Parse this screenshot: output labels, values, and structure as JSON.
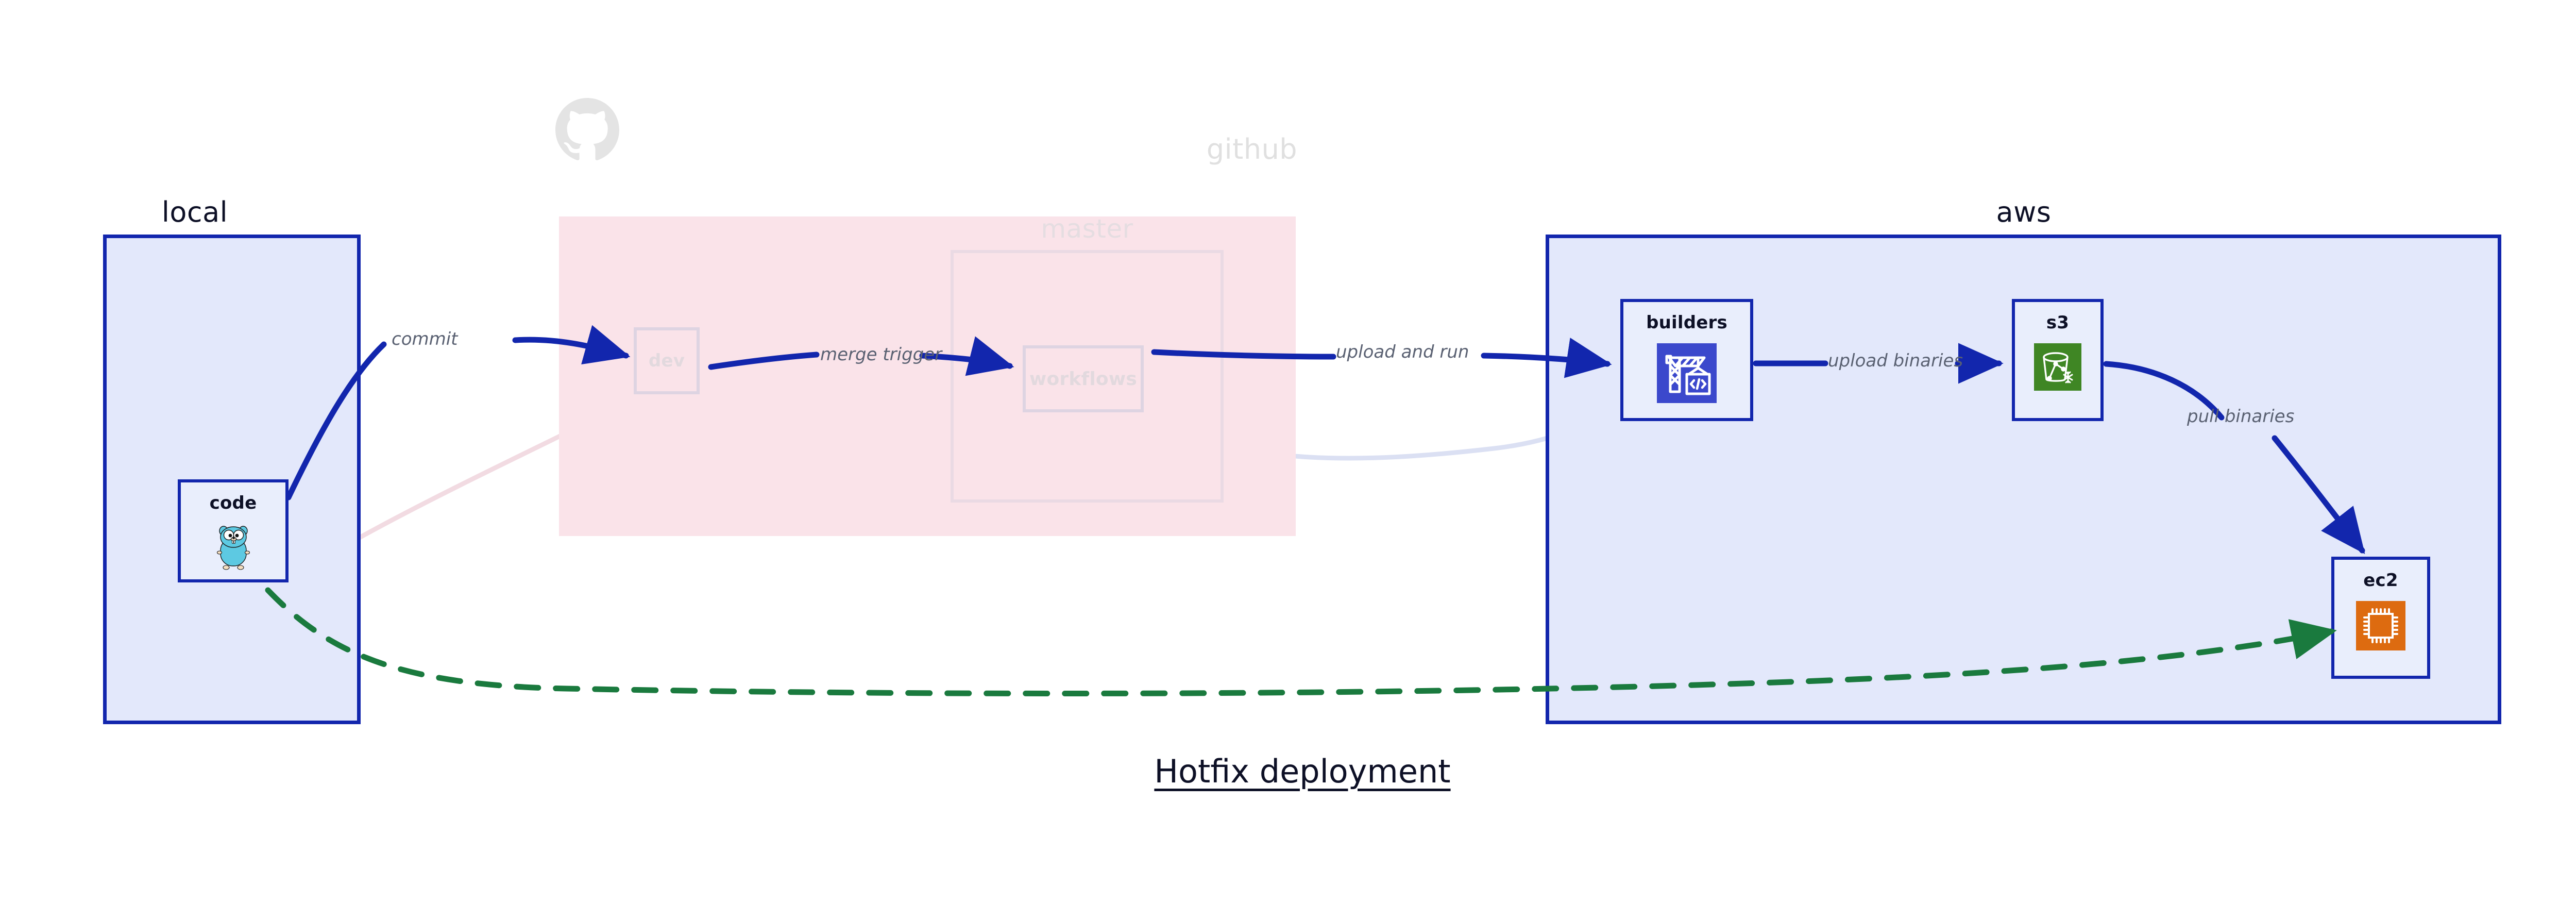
{
  "diagram": {
    "title": "Hotfix deployment",
    "colors": {
      "accent_blue": "#1226ad",
      "container_blue_fill": "#e3e8fb",
      "github_pink_fill": "#fae3e9",
      "hotfix_green": "#1a7a3e",
      "label_grey": "#5a6172",
      "faded_grey": "#e2d9de",
      "codebuild_blue": "#3b48cc",
      "s3_green": "#3f8624",
      "ec2_orange": "#dd6b10",
      "gopher_teal": "#5dc9e2"
    }
  },
  "containers": [
    {
      "id": "local",
      "label": "local",
      "faded": false
    },
    {
      "id": "github",
      "label": "github",
      "faded": true
    },
    {
      "id": "master",
      "label": "master",
      "faded": true
    },
    {
      "id": "aws",
      "label": "aws",
      "faded": false
    }
  ],
  "nodes": [
    {
      "id": "code",
      "label": "code",
      "icon": "golang-gopher-icon",
      "faded": false
    },
    {
      "id": "dev",
      "label": "dev",
      "icon": null,
      "faded": true
    },
    {
      "id": "workflows",
      "label": "workflows",
      "icon": null,
      "faded": true
    },
    {
      "id": "builders",
      "label": "builders",
      "icon": "aws-codebuild-icon",
      "faded": false
    },
    {
      "id": "s3",
      "label": "s3",
      "icon": "aws-s3-bucket-icon",
      "faded": false
    },
    {
      "id": "ec2",
      "label": "ec2",
      "icon": "aws-ec2-chip-icon",
      "faded": false
    }
  ],
  "edges": [
    {
      "id": "commit",
      "label": "commit",
      "from": "code",
      "to": "dev",
      "style": "solid",
      "color": "#1226ad",
      "faded": false
    },
    {
      "id": "merge-trigger",
      "label": "merge trigger",
      "from": "dev",
      "to": "workflows",
      "style": "solid",
      "color": "#1226ad",
      "faded": false
    },
    {
      "id": "upload-and-run",
      "label": "upload and run",
      "from": "workflows",
      "to": "builders",
      "style": "solid",
      "color": "#1226ad",
      "faded": false
    },
    {
      "id": "upload-binaries",
      "label": "upload binaries",
      "from": "builders",
      "to": "s3",
      "style": "solid",
      "color": "#1226ad",
      "faded": false
    },
    {
      "id": "pull-binaries",
      "label": "pull binaries",
      "from": "s3",
      "to": "ec2",
      "style": "solid",
      "color": "#1226ad",
      "faded": false
    },
    {
      "id": "hotfix-direct",
      "label": "",
      "from": "code",
      "to": "ec2",
      "style": "dashed",
      "color": "#1a7a3e",
      "faded": false
    },
    {
      "id": "faded-code-dev",
      "label": "",
      "from": "code",
      "to": "dev",
      "style": "solid",
      "color": "#f2dbe2",
      "faded": true
    },
    {
      "id": "faded-dev-wf",
      "label": "",
      "from": "dev",
      "to": "workflows",
      "style": "solid",
      "color": "#ded4e2",
      "faded": true
    },
    {
      "id": "faded-wf-build",
      "label": "",
      "from": "workflows",
      "to": "builders",
      "style": "solid",
      "color": "#dbe0f3",
      "faded": true
    }
  ]
}
